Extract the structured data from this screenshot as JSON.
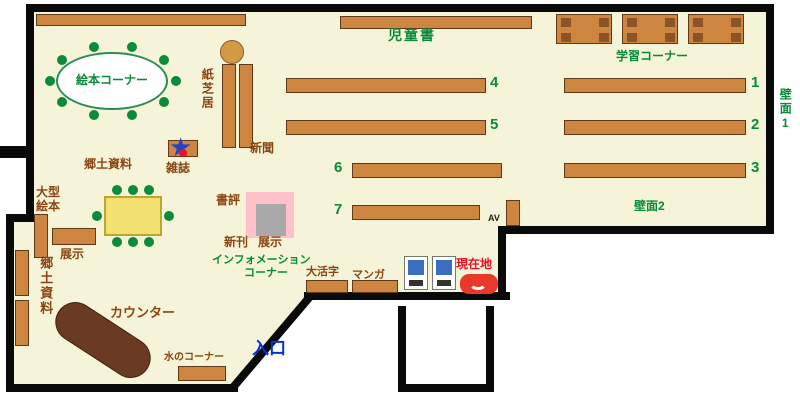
{
  "map": {
    "labels": {
      "children_books": "児童書",
      "study_corner": "学習コーナー",
      "picture_book_corner": "絵本コーナー",
      "kamishibai": "紙芝居",
      "newspaper": "新聞",
      "magazine": "雑誌",
      "local_materials": "郷土資料",
      "large_books_line1": "大型",
      "large_books_line2": "絵本",
      "display": "展示",
      "local_materials_vertical": "郷土資料",
      "book_review": "書評",
      "new_arrivals": "新刊",
      "display2": "展示",
      "information_line1": "インフォメーション",
      "information_line2": "コーナー",
      "large_print": "大活字",
      "manga": "マンガ",
      "current_location": "現在地",
      "counter": "カウンター",
      "water_corner": "水のコーナー",
      "entrance": "入口",
      "wall1": "壁面1",
      "wall2": "壁面2",
      "av": "AV"
    },
    "shelf_numbers": {
      "left_block": [
        "4",
        "5",
        "6",
        "7"
      ],
      "right_block": [
        "1",
        "2",
        "3"
      ]
    },
    "colors": {
      "floor": "#f5f4d8",
      "wall": "#000000",
      "shelf": "#cd853f",
      "green_text": "#0a8a3a",
      "brown_text": "#8b4513",
      "entrance_blue": "#0033e6",
      "location_red": "#e81123",
      "table_yellow": "#f2e070",
      "display_pink": "#ffc0cb",
      "star_blue": "#2244cc"
    }
  }
}
